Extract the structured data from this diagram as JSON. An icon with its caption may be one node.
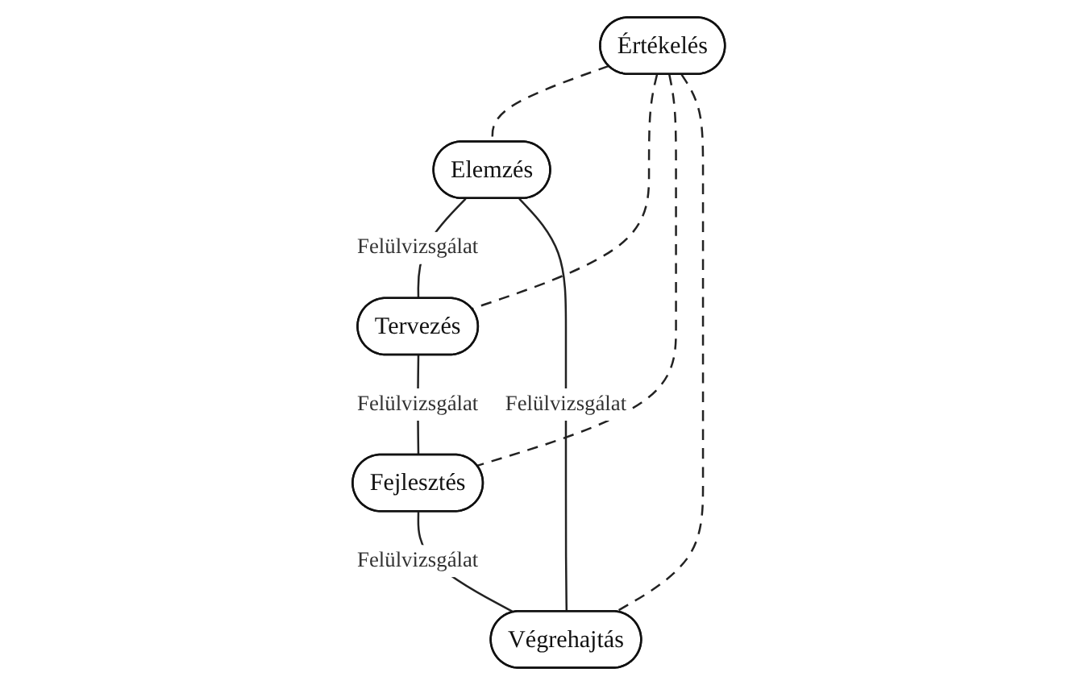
{
  "diagram": {
    "nodes": [
      {
        "text": [
          "Elemzés"
        ]
      },
      {
        "text": [
          "Tervezés"
        ]
      },
      {
        "text": [
          "Fejlesztés"
        ]
      },
      {
        "text": [
          "Végrehajtás"
        ]
      },
      {
        "text": [
          "Értékelés"
        ]
      }
    ],
    "edges": [
      {
        "from": 0,
        "to": 1,
        "arrow": "none",
        "label": "Felülvizsgálat"
      },
      {
        "from": 1,
        "to": 2,
        "arrow": "none",
        "label": "Felülvizsgálat"
      },
      {
        "from": 2,
        "to": 3,
        "arrow": "none",
        "label": "Felülvizsgálat"
      },
      {
        "from": 3,
        "to": 0,
        "arrow": "none",
        "label": "Felülvizsgálat"
      },
      {
        "from": 4,
        "to": 0,
        "arrow": "none",
        "style": "dashed"
      },
      {
        "from": 4,
        "to": 1,
        "arrow": "none",
        "style": "dashed"
      },
      {
        "from": 4,
        "to": 2,
        "arrow": "none",
        "style": "dashed"
      },
      {
        "from": 4,
        "to": 3,
        "arrow": "none",
        "style": "dashed"
      }
    ]
  }
}
